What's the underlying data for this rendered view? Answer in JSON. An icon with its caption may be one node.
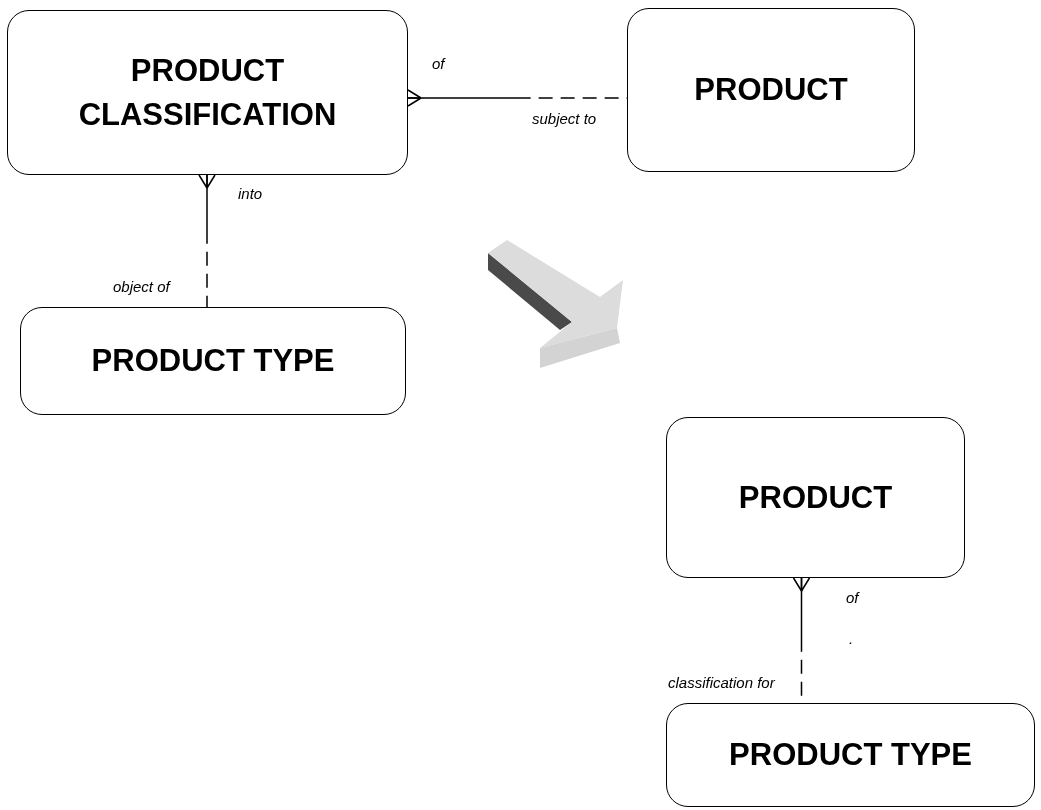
{
  "diagram": {
    "nodes": [
      {
        "text": [
          "PRODUCT CLASSIFICATION"
        ]
      },
      {
        "text": [
          "PRODUCT"
        ]
      },
      {
        "text": [
          "PRODUCT TYPE"
        ]
      },
      {
        "text": [
          "PRODUCT"
        ]
      },
      {
        "text": [
          "PRODUCT TYPE"
        ]
      }
    ],
    "edges": [
      {
        "from": 0,
        "to": 1,
        "arrow": "other"
      },
      {
        "from": 0,
        "to": 2,
        "arrow": "other"
      },
      {
        "from": 3,
        "to": 4,
        "arrow": "other"
      }
    ],
    "labels": [
      "of",
      "subject to",
      "into",
      "object of",
      "of",
      ".",
      "classification for"
    ]
  }
}
